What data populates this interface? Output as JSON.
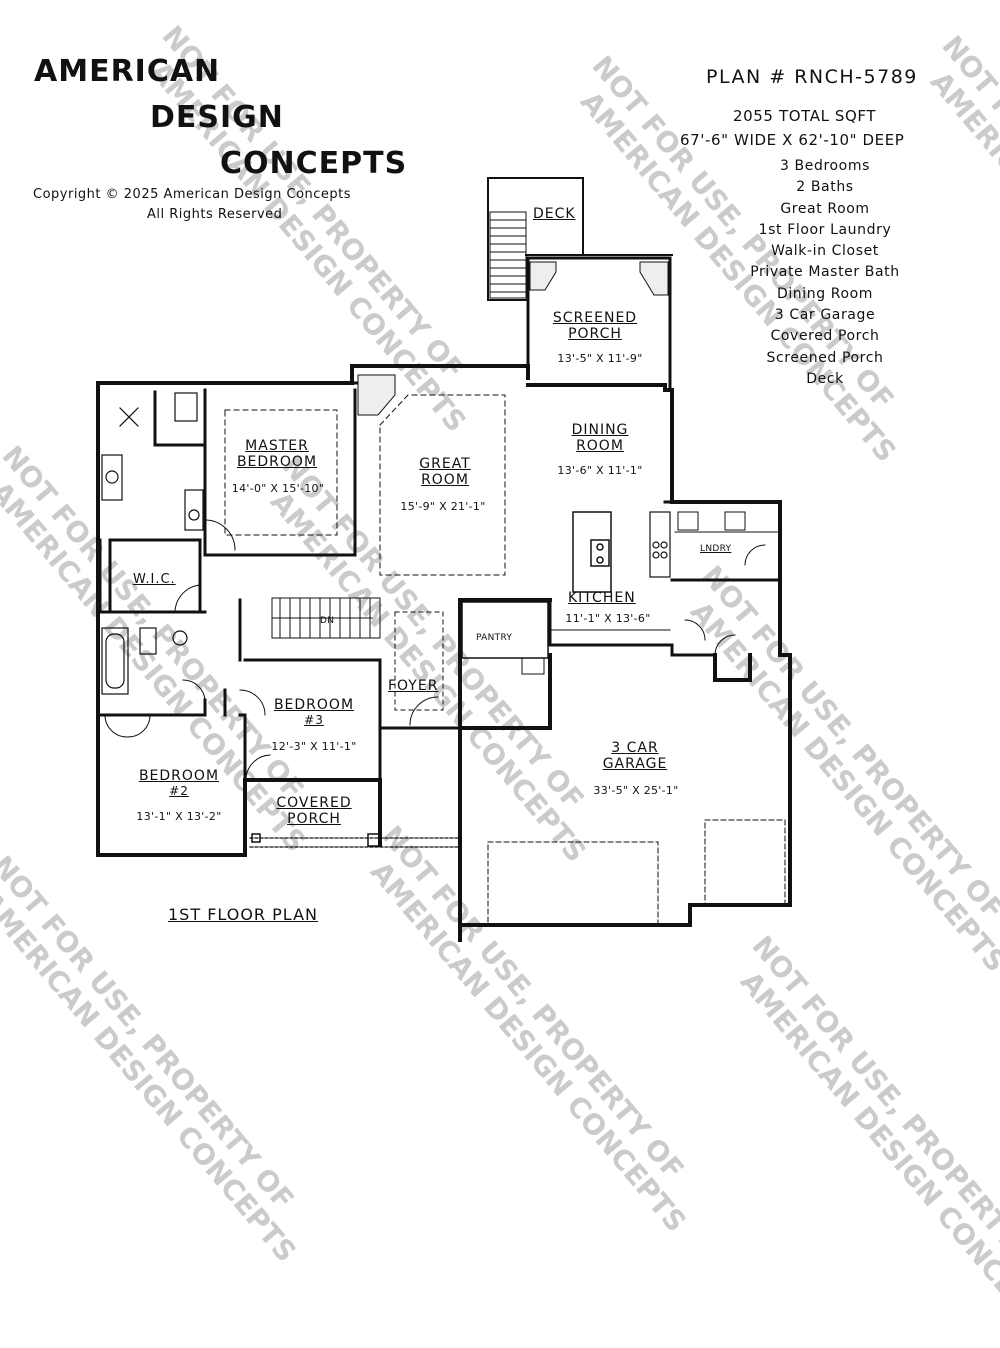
{
  "company": {
    "line1": "AMERICAN",
    "line2": "DESIGN",
    "line3": "CONCEPTS",
    "copyright": "Copyright © 2025 American Design Concepts",
    "rights": "All Rights Reserved"
  },
  "plan": {
    "number": "PLAN # RNCH-5789",
    "sqft": "2055 TOTAL SQFT",
    "size": "67'-6\" WIDE X 62'-10\" DEEP",
    "features": [
      "3 Bedrooms",
      "2 Baths",
      "Great Room",
      "1st Floor Laundry",
      "Walk-in Closet",
      "Private Master Bath",
      "Dining Room",
      "3 Car Garage",
      "Covered Porch",
      "Screened Porch",
      "Deck"
    ]
  },
  "rooms": {
    "deck": "DECK",
    "screened_porch": {
      "name1": "SCREENED",
      "name2": "PORCH",
      "dim": "13'-5\" X 11'-9\""
    },
    "master": {
      "name1": "MASTER",
      "name2": "BEDROOM",
      "dim": "14'-0\" X 15'-10\""
    },
    "great": {
      "name1": "GREAT",
      "name2": "ROOM",
      "dim": "15'-9\" X 21'-1\""
    },
    "dining": {
      "name1": "DINING",
      "name2": "ROOM",
      "dim": "13'-6\" X 11'-1\""
    },
    "kitchen": {
      "name": "KITCHEN",
      "dim": "11'-1\" X 13'-6\""
    },
    "laundry": "LNDRY",
    "pantry": "PANTRY",
    "wic": "W.I.C.",
    "dn": "DN",
    "bedroom3": {
      "name": "BEDROOM",
      "num": "#3",
      "dim": "12'-3\" X 11'-1\""
    },
    "bedroom2": {
      "name": "BEDROOM",
      "num": "#2",
      "dim": "13'-1\" X 13'-2\""
    },
    "foyer": "FOYER",
    "garage": {
      "name1": "3 CAR",
      "name2": "GARAGE",
      "dim": "33'-5\" X 25'-1\""
    },
    "covered_porch": {
      "name1": "COVERED",
      "name2": "PORCH"
    }
  },
  "floor_label": "1ST FLOOR PLAN",
  "watermark": {
    "line1": "NOT FOR USE, PROPERTY OF",
    "line2": "AMERICAN DESIGN CONCEPTS"
  }
}
